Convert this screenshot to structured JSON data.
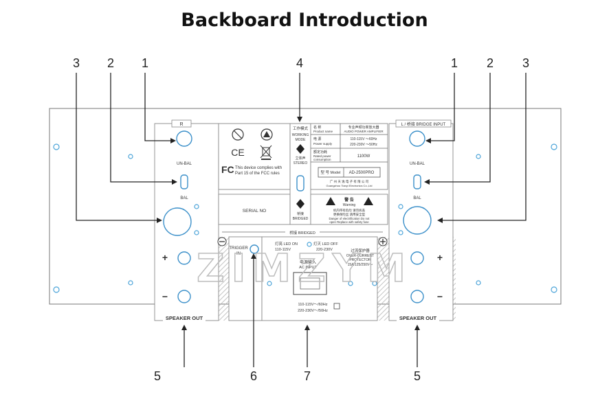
{
  "title": "Backboard Introduction",
  "callouts": {
    "top_left": [
      "3",
      "2",
      "1"
    ],
    "top_center": "4",
    "top_right": [
      "1",
      "2",
      "3"
    ],
    "bottom": [
      "5",
      "6",
      "7",
      "5"
    ]
  },
  "channels": {
    "right": {
      "tag": "R",
      "unbal": "UN-BAL",
      "bal": "BAL",
      "speaker_out": "SPEAKER OUT",
      "plus": "+",
      "minus": "−"
    },
    "left": {
      "tag": "L / 桥接 BRIDGE INPUT",
      "unbal": "UN-BAL",
      "bal": "BAL",
      "speaker_out": "SPEAKER OUT",
      "plus": "+",
      "minus": "−"
    }
  },
  "cert": {
    "ce": "CE",
    "fc": "FC",
    "fcc_line1": "This device complies with",
    "fcc_line2": "Part 15 of the FCC rules"
  },
  "serial": "SERIAL NO",
  "mode": {
    "label_cn": "工作模式",
    "label_en_1": "WORKING",
    "label_en_2": "MODE",
    "stereo_cn": "立体声",
    "stereo_en": "STEREO",
    "bridged_cn": "桥接",
    "bridged_en": "BRIDGED"
  },
  "spec": {
    "name_cn": "名 称",
    "name_en": "Product name",
    "name_val_cn": "专业声频功率放大器",
    "name_val_en": "AUDIO POWER AMPLIFIER",
    "supply_cn": "电 源",
    "supply_en": "Power supply",
    "supply_val_1": "110-115V ～60Hz",
    "supply_val_2": "220-230V ～50Hz",
    "power_cn": "额定功耗",
    "power_en_1": "Rated power",
    "power_en_2": "consumption",
    "power_val": "1100W",
    "model_label": "型 号 Model",
    "model_val": "AD-2500PRO",
    "maker_cn": "广 州 天 逸 电 子 有 限 公 司",
    "maker_en": "Guangzhou Tianyi Electronics Co.,Ltd"
  },
  "warning": {
    "title_cn": "警 告",
    "title_en": "Warning",
    "line1_cn": "机内带有危险  请勿拆盖",
    "line2_cn": "更换保险丝  请用安全型",
    "line3_en": "Danger of electrification Do not",
    "line4_en": "open Replace with safety fuse"
  },
  "bridge_label": "桥接 BRIDGED",
  "trigger": {
    "l1": "TRIGGER",
    "l2": "IN"
  },
  "ac": {
    "led_on_cn": "灯亮 LED ON",
    "led_on_v": "110-115V",
    "led_off_cn": "灯灭 LED OFF",
    "led_off_v": "220-230V",
    "prot_cn": "过流保护器",
    "prot_en_1": "OVER-CURRENT",
    "prot_en_2": "PROTECTOR",
    "prot_rating": "15A/125/250V～",
    "input_cn": "电源输入",
    "input_en": "AC INPUT",
    "sel_1": "110-115V～/60Hz",
    "sel_2": "220-230V～/50Hz"
  },
  "watermark": "ZIMZYM"
}
